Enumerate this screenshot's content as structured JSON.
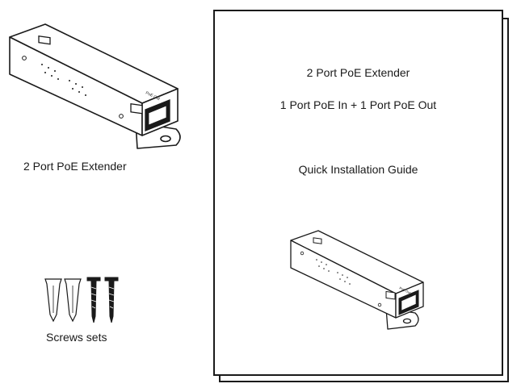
{
  "items": {
    "extender": {
      "caption": "2 Port PoE Extender",
      "port_label": "PoE Out"
    },
    "screws": {
      "caption": "Screws sets"
    }
  },
  "guide": {
    "title": "2 Port PoE Extender",
    "subtitle": "1 Port PoE In + 1 Port PoE Out",
    "heading": "Quick Installation Guide",
    "port_label": "PoE Out"
  }
}
